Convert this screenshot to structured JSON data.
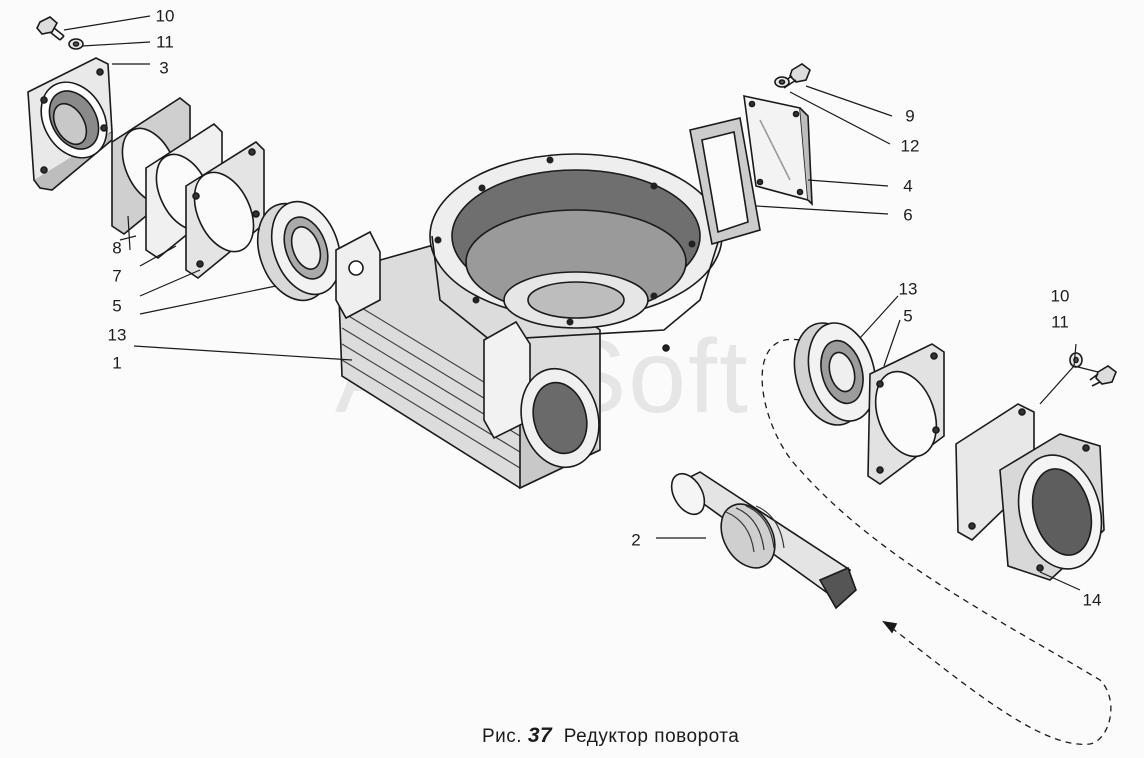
{
  "watermark": "AutoSoft",
  "caption": {
    "prefix": "Рис.",
    "number": "37",
    "title": "Редуктор поворота"
  },
  "callouts": [
    {
      "id": "l10a",
      "text": "10"
    },
    {
      "id": "l11a",
      "text": "11"
    },
    {
      "id": "l3",
      "text": "3"
    },
    {
      "id": "l8",
      "text": "8"
    },
    {
      "id": "l7",
      "text": "7"
    },
    {
      "id": "l5a",
      "text": "5"
    },
    {
      "id": "l13a",
      "text": "13"
    },
    {
      "id": "l1",
      "text": "1"
    },
    {
      "id": "l9",
      "text": "9"
    },
    {
      "id": "l12",
      "text": "12"
    },
    {
      "id": "l4",
      "text": "4"
    },
    {
      "id": "l6",
      "text": "6"
    },
    {
      "id": "l13b",
      "text": "13"
    },
    {
      "id": "l5b",
      "text": "5"
    },
    {
      "id": "l10b",
      "text": "10"
    },
    {
      "id": "l11b",
      "text": "11"
    },
    {
      "id": "l2",
      "text": "2"
    },
    {
      "id": "l14",
      "text": "14"
    }
  ]
}
